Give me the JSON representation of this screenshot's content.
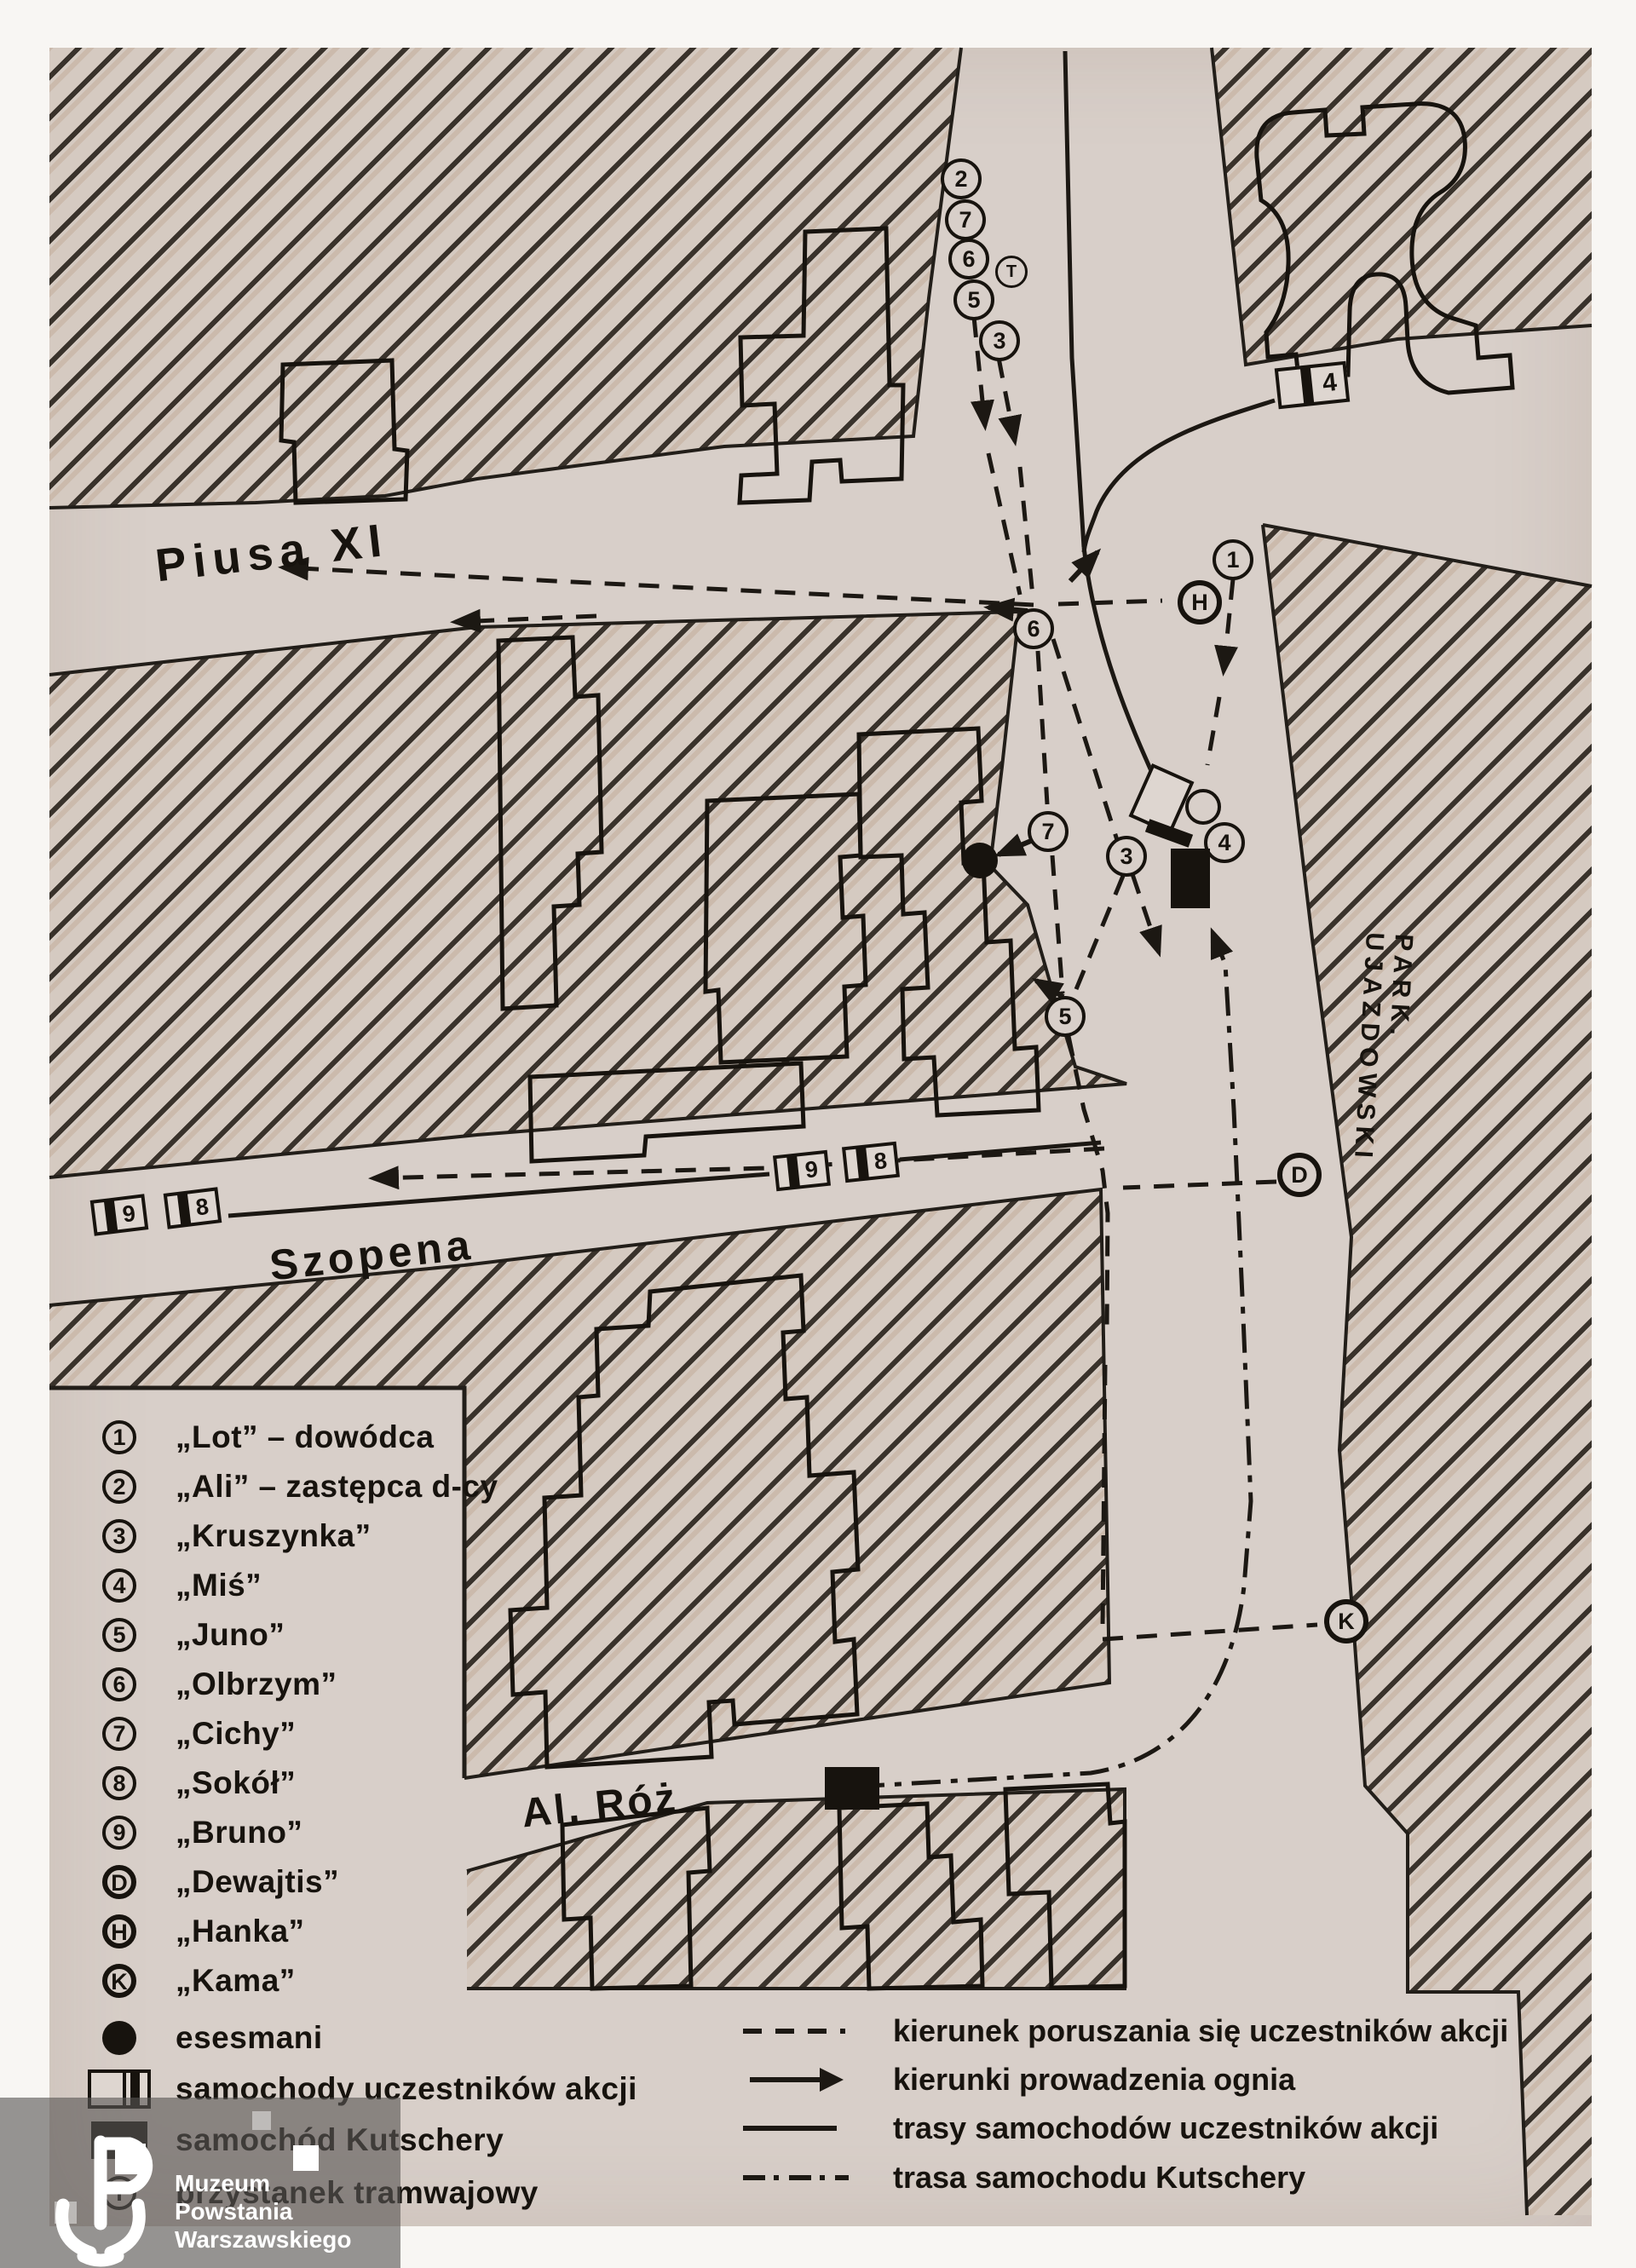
{
  "colors": {
    "paper": "#f8f6f3",
    "map_bg": "#d8cfc9",
    "ink": "#17130e"
  },
  "streets": {
    "piusa": "Piusa XI",
    "szopena": "Szopena",
    "alroz": "Al. Róż",
    "park_line1": "PARK.",
    "park_line2": "UJAZDOWSKI"
  },
  "markers": {
    "t2": "2",
    "t7": "7",
    "t6": "6",
    "tram": "T",
    "t5": "5",
    "t3": "3",
    "c1": "1",
    "cH": "H",
    "c6": "6",
    "c7": "7",
    "c3": "3",
    "c4": "4",
    "c5": "5",
    "cD": "D",
    "cK": "K"
  },
  "cars": {
    "c9": "9",
    "c8": "8",
    "c4": "4"
  },
  "legend": {
    "people": [
      {
        "symbol": "1",
        "label": "„Lot” – dowódca"
      },
      {
        "symbol": "2",
        "label": "„Ali” – zastępca d-cy"
      },
      {
        "symbol": "3",
        "label": "„Kruszynka”"
      },
      {
        "symbol": "4",
        "label": "„Miś”"
      },
      {
        "symbol": "5",
        "label": "„Juno”"
      },
      {
        "symbol": "6",
        "label": "„Olbrzym”"
      },
      {
        "symbol": "7",
        "label": "„Cichy”"
      },
      {
        "symbol": "8",
        "label": "„Sokół”"
      },
      {
        "symbol": "9",
        "label": "„Bruno”"
      },
      {
        "symbol": "D",
        "label": "„Dewajtis”"
      },
      {
        "symbol": "H",
        "label": "„Hanka”"
      },
      {
        "symbol": "K",
        "label": "„Kama”"
      }
    ],
    "symbols": [
      {
        "label": "esesmani"
      },
      {
        "label": "samochody uczestników akcji"
      },
      {
        "label": "samochód Kutschery"
      },
      {
        "symbol": "T",
        "label": "przystanek tramwajowy"
      }
    ],
    "lines": [
      {
        "style": "dashed",
        "label": "kierunek poruszania się uczestników akcji"
      },
      {
        "style": "arrow",
        "label": "kierunki prowadzenia ognia"
      },
      {
        "style": "solid",
        "label": "trasy samochodów uczestników akcji"
      },
      {
        "style": "dashdot",
        "label": "trasa samochodu Kutschery"
      }
    ]
  },
  "watermark": {
    "line1": "Muzeum",
    "line2": "Powstania",
    "line3": "Warszawskiego"
  }
}
